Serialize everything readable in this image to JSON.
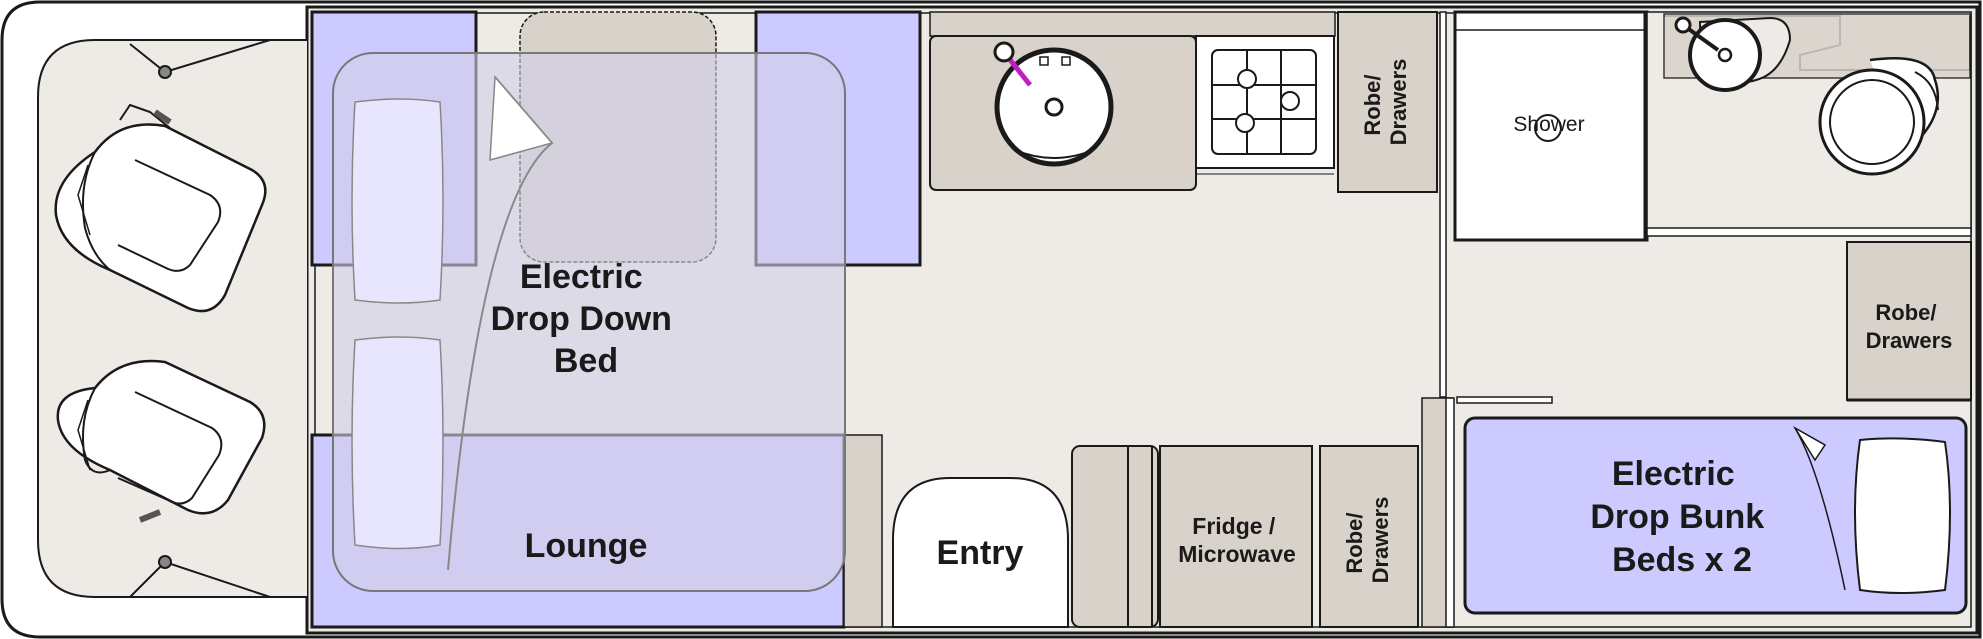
{
  "colors": {
    "floor": "#eeeae6",
    "cabinet": "#d8d2ca",
    "bed": "#cccaff",
    "drop_bed_overlay": "#d2cfe8",
    "outline": "#1a1a1a",
    "tap_accent": "#c020c0"
  },
  "rooms": {
    "drop_bed": {
      "lines": [
        "Electric",
        "Drop Down",
        "Bed"
      ]
    },
    "lounge": {
      "label": "Lounge"
    },
    "entry": {
      "label": "Entry"
    },
    "fridge": {
      "lines": [
        "Fridge /",
        "Microwave"
      ]
    },
    "robe_top": {
      "lines": [
        "Robe/",
        "Drawers"
      ]
    },
    "robe_bottom": {
      "lines": [
        "Robe/",
        "Drawers"
      ]
    },
    "robe_right": {
      "lines": [
        "Robe/",
        "Drawers"
      ]
    },
    "shower": {
      "label": "Shower"
    },
    "bunk": {
      "lines": [
        "Electric",
        "Drop Bunk",
        "Beds x 2"
      ]
    }
  },
  "icons": [
    "driver-seat-icon",
    "passenger-seat-icon",
    "sink-icon",
    "cooktop-icon",
    "toilet-icon",
    "basin-icon",
    "pillow-icon"
  ]
}
